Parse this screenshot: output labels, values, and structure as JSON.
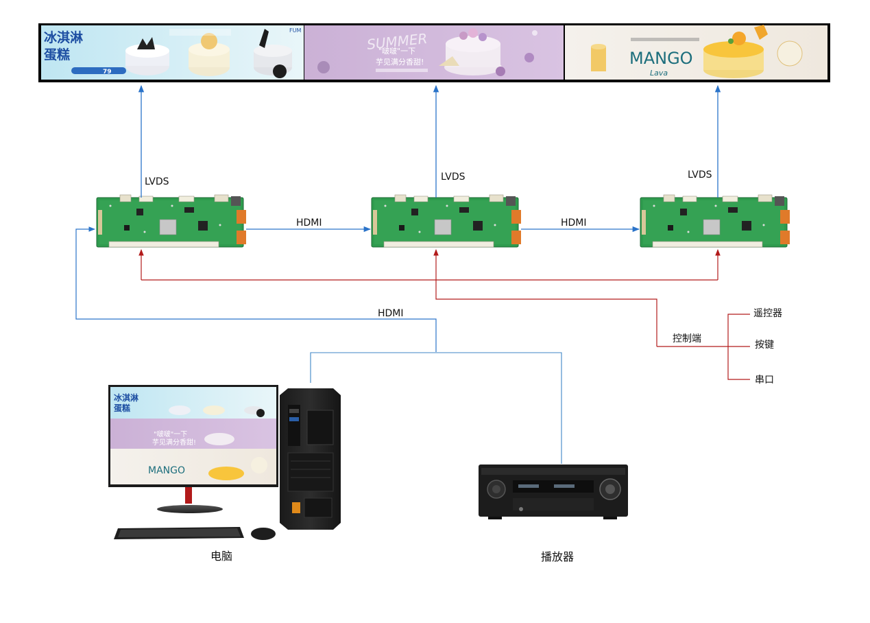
{
  "labels": {
    "lvds_1": "LVDS",
    "lvds_2": "LVDS",
    "lvds_3": "LVDS",
    "hdmi_1": "HDMI",
    "hdmi_2": "HDMI",
    "hdmi_main": "HDMI",
    "control": "控制端",
    "remote": "遥控器",
    "button": "按键",
    "serial": "串口",
    "computer": "电脑",
    "player": "播放器"
  },
  "panels": {
    "p1_title_1": "冰淇淋",
    "p1_title_2": "蛋糕",
    "p1_brand": "FUM",
    "p1_price": "79",
    "p2_big": "SUMMER",
    "p2_line_1": "\"啵啵\"一下",
    "p2_line_2": "芋见满分香甜!",
    "p3_big": "MANGO",
    "p3_script": "Lava"
  },
  "colors": {
    "lvds_line": "#2a73c9",
    "hdmi_line": "#2a73c9",
    "control_line": "#b21a1a",
    "player_line": "#3d86c6",
    "bracket_line": "#b21a1a",
    "pcb_green": "#2f9b4e",
    "panel_border": "#000000"
  }
}
